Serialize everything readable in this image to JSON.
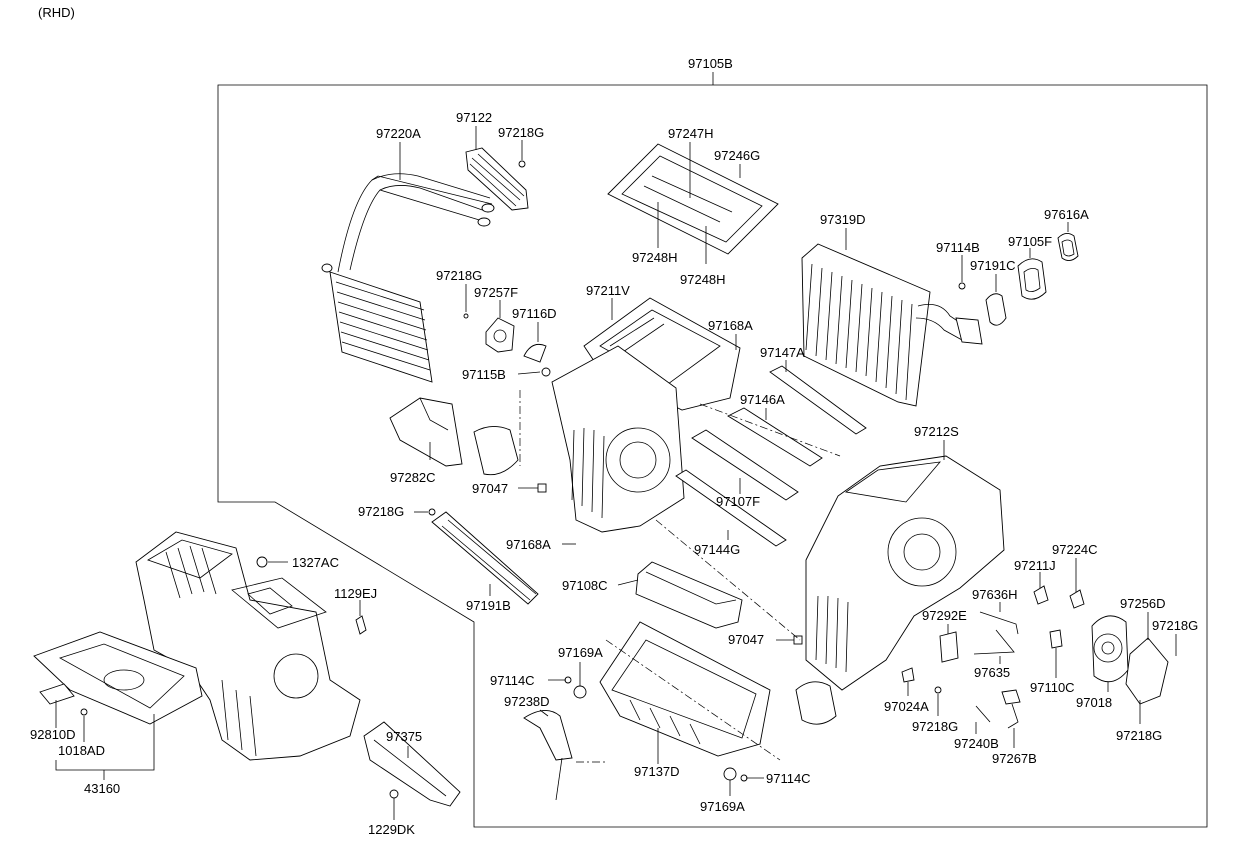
{
  "header": "(RHD)",
  "labels": {
    "97105B": "97105B",
    "97220A": "97220A",
    "97122": "97122",
    "97218G_a": "97218G",
    "97247H": "97247H",
    "97246G": "97246G",
    "97248H_a": "97248H",
    "97248H_b": "97248H",
    "97319D": "97319D",
    "97616A": "97616A",
    "97114B": "97114B",
    "97105F": "97105F",
    "97191C": "97191C",
    "97218G_b": "97218G",
    "97257F": "97257F",
    "97116D": "97116D",
    "97115B": "97115B",
    "97211V": "97211V",
    "97168A_a": "97168A",
    "97147A": "97147A",
    "97146A": "97146A",
    "97282C": "97282C",
    "97047_a": "97047",
    "97212S": "97212S",
    "97107F": "97107F",
    "97218G_c": "97218G",
    "97168A_b": "97168A",
    "97144G": "97144G",
    "1327AC": "1327AC",
    "97191B": "97191B",
    "97108C": "97108C",
    "1129EJ": "1129EJ",
    "97211J": "97211J",
    "97224C": "97224C",
    "97636H": "97636H",
    "97256D": "97256D",
    "97292E": "97292E",
    "97218G_d": "97218G",
    "97047_b": "97047",
    "97169A_a": "97169A",
    "97114C_a": "97114C",
    "97238D": "97238D",
    "97635": "97635",
    "97110C": "97110C",
    "97018": "97018",
    "97024A": "97024A",
    "97218G_e": "97218G",
    "97218G_f": "97218G",
    "97240B": "97240B",
    "97267B": "97267B",
    "92810D": "92810D",
    "1018AD": "1018AD",
    "97375": "97375",
    "97137D": "97137D",
    "97114C_b": "97114C",
    "97169A_b": "97169A",
    "43160": "43160",
    "1229DK": "1229DK"
  }
}
